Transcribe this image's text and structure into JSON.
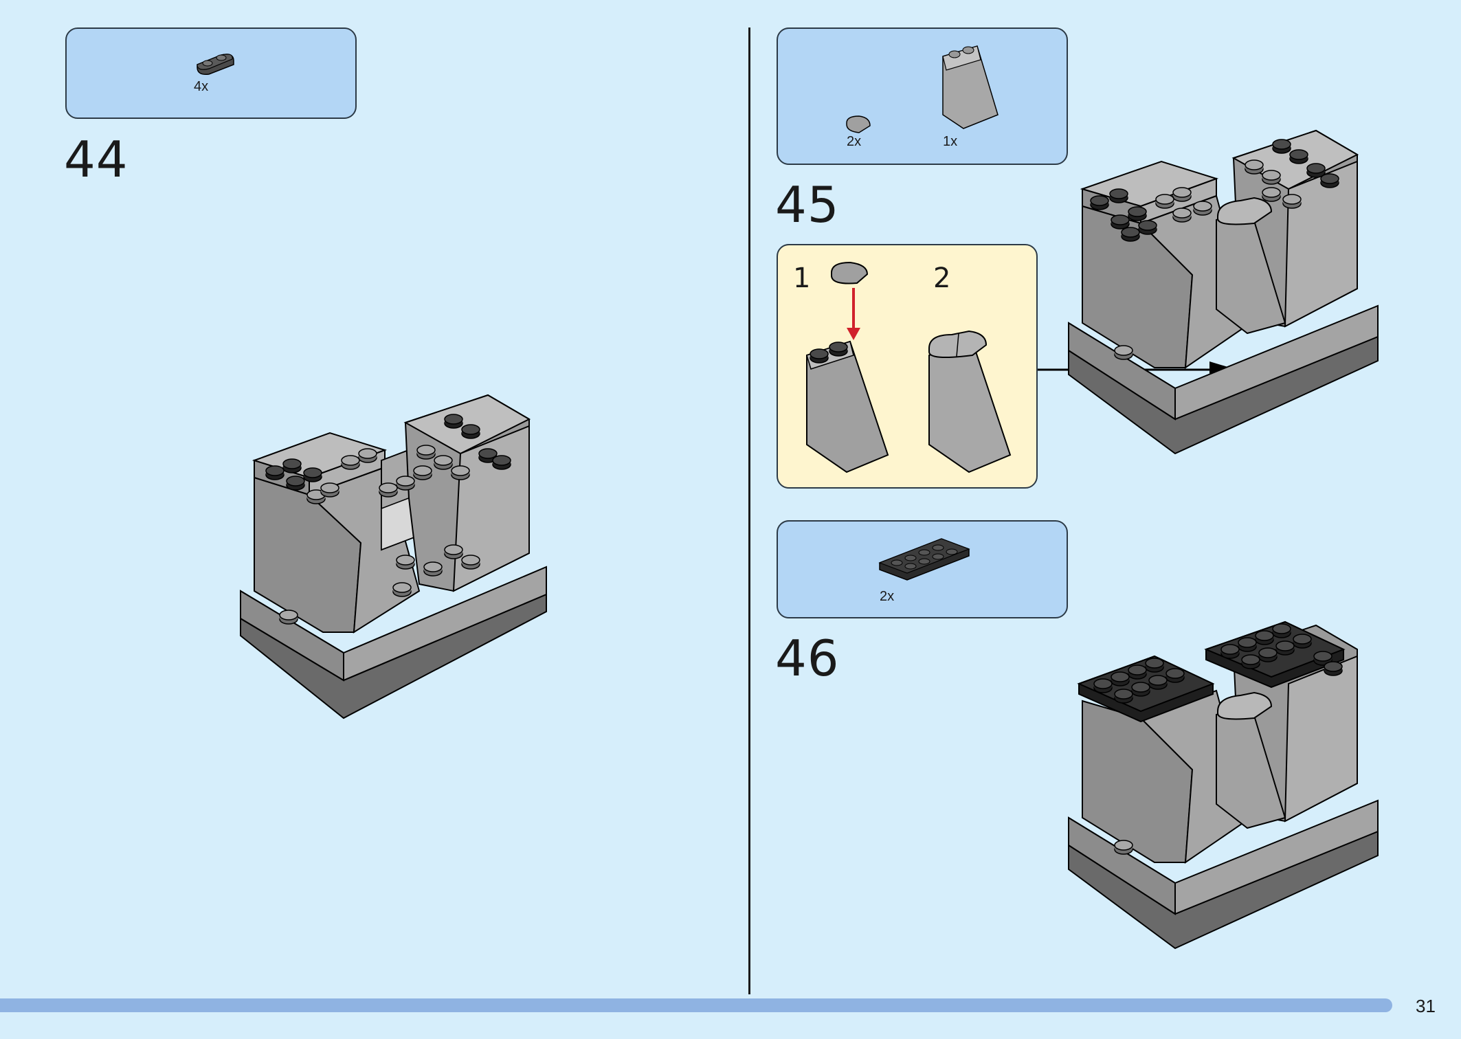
{
  "page": {
    "number": "31"
  },
  "steps": [
    {
      "number": "44",
      "parts": [
        {
          "qty": "4x",
          "icon": "dark-gray-1x2-rounded-plate-icon"
        }
      ]
    },
    {
      "number": "45",
      "parts": [
        {
          "qty": "2x",
          "icon": "gray-1x1-quarter-tile-icon"
        },
        {
          "qty": "1x",
          "icon": "gray-slope-brick-icon"
        }
      ],
      "substeps": [
        {
          "number": "1"
        },
        {
          "number": "2"
        }
      ]
    },
    {
      "number": "46",
      "parts": [
        {
          "qty": "2x",
          "icon": "black-2x4-plate-icon"
        }
      ]
    }
  ],
  "colors": {
    "background": "#d6eefb",
    "parts_box": "#b3d6f5",
    "substep_box": "#fef5cf",
    "brick_gray": "#a0a0a0",
    "brick_dark": "#3c3c3c",
    "arrow_red": "#d0212b",
    "progress": "#8fb3e2"
  }
}
